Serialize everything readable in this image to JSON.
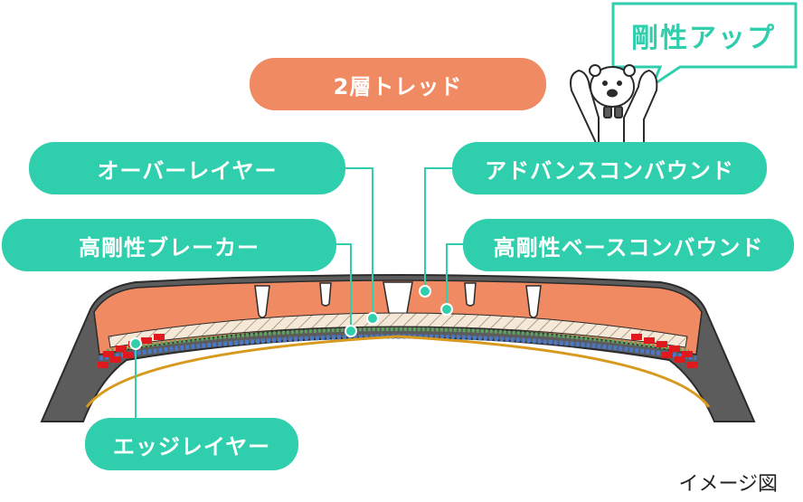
{
  "labels": {
    "two_layer_tread": "2層トレッド",
    "over_layer": "オーバーレイヤー",
    "advance_compound": "アドバンスコンバウンド",
    "high_rigidity_breaker": "高剛性ブレーカー",
    "high_rigidity_base_compound": "高剛性ベースコンバウンド",
    "edge_layer": "エッジレイヤー"
  },
  "bubble": {
    "text": "剛性アップ"
  },
  "caption": "イメージ図",
  "colors": {
    "green": "#2fcfae",
    "orange": "#f08a62",
    "tread": "#f08a62",
    "breaker_fill": "#f5e8d6",
    "rubber_dark": "#5c5c5c",
    "red_block": "#e0191e",
    "blue_bead": "#4a78c6",
    "green_bead": "#5da35d",
    "gold_line": "#d89a1e"
  },
  "mascot": {
    "icon": "polar-bear-icon"
  }
}
